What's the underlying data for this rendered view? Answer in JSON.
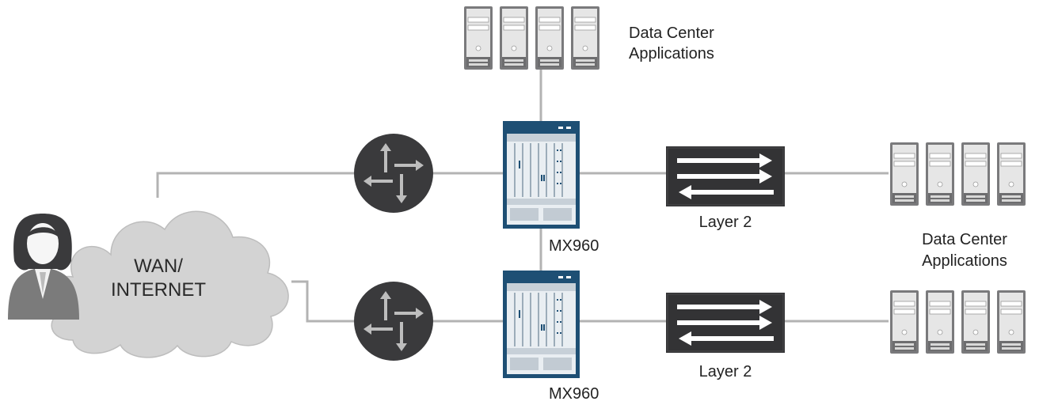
{
  "labels": {
    "dc_top_line1": "Data Center",
    "dc_top_line2": "Applications",
    "dc_right_line1": "Data Center",
    "dc_right_line2": "Applications",
    "mx_top": "MX960",
    "mx_bottom": "MX960",
    "l2_top": "Layer 2",
    "l2_bottom": "Layer 2",
    "cloud_line1": "WAN/",
    "cloud_line2": "INTERNET"
  },
  "icons": {
    "router": "router-icon",
    "switch": "layer2-switch-icon",
    "chassis": "mx960-chassis-icon",
    "server": "server-icon",
    "cloud": "cloud-icon",
    "user": "user-avatar-icon"
  },
  "colors": {
    "line": "#b3b3b3",
    "router_fill": "#3a3a3c",
    "router_arrow": "#bdbdbd",
    "switch_fill": "#333335",
    "chassis_blue": "#1e4f74",
    "server_fill": "#7a7a7c",
    "cloud_fill": "#d3d3d3",
    "user_fill": "#7b7b7b"
  }
}
